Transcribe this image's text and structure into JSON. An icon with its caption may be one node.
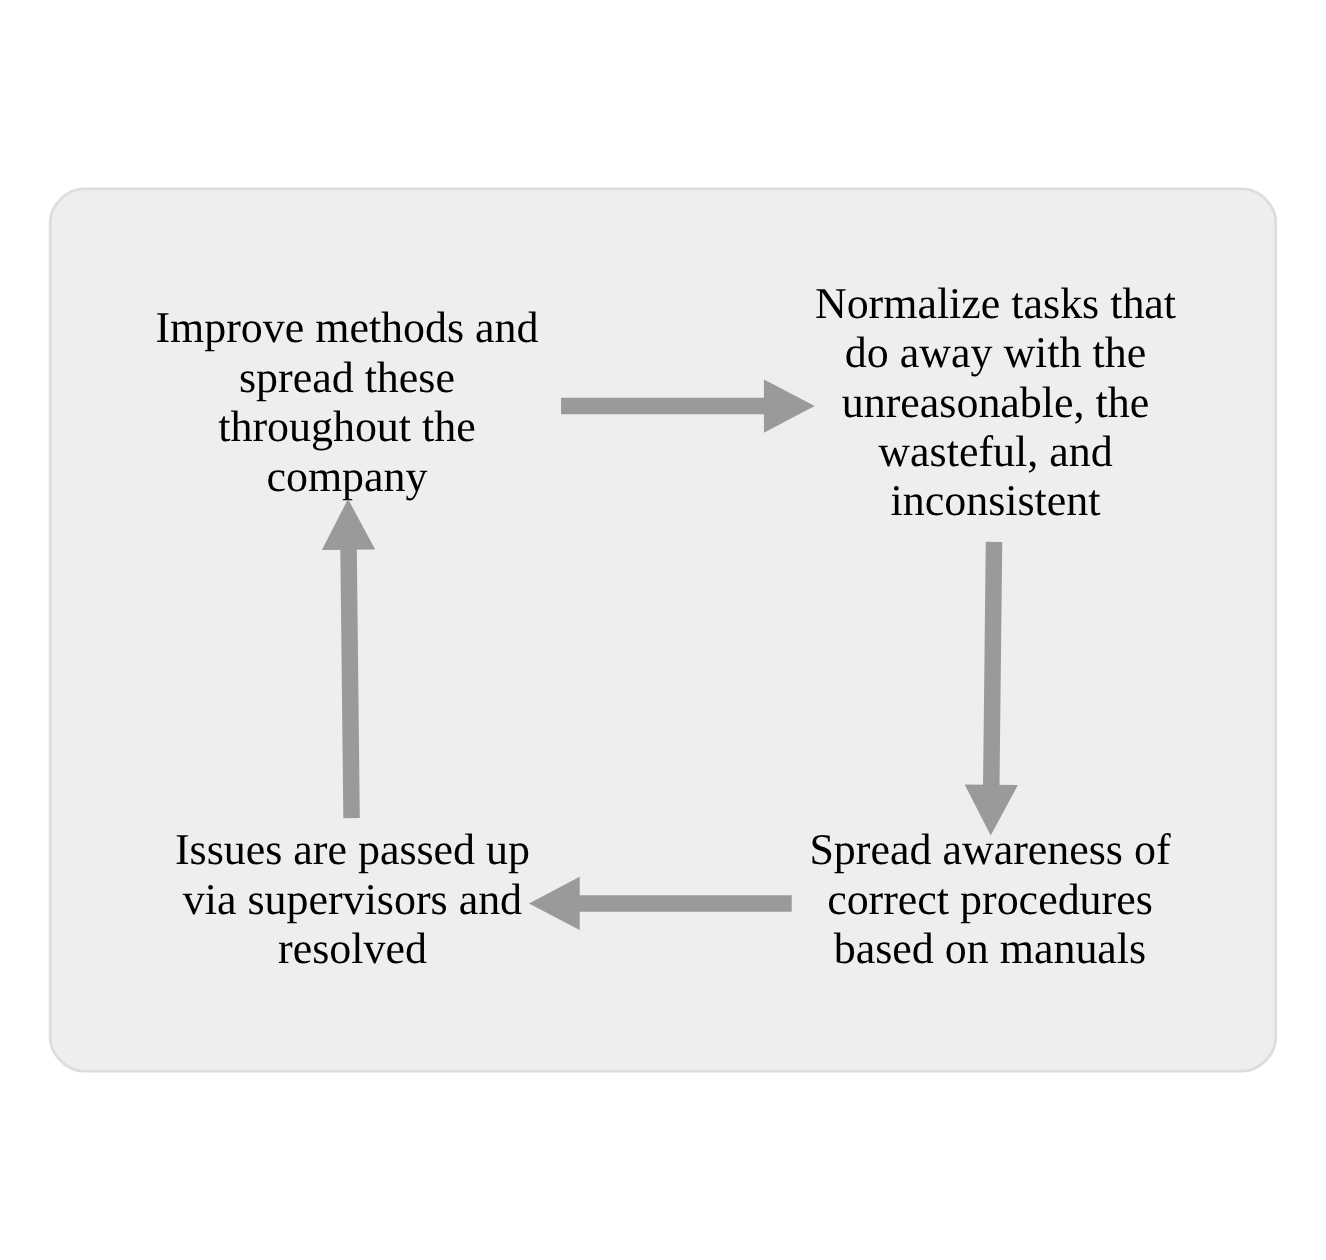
{
  "diagram": {
    "nodes": [
      {
        "text": [],
        "shape": "box"
      },
      {
        "text": [
          "Improve methods and spread these throughout the company"
        ],
        "in": 0
      },
      {
        "text": [
          "Normalize tasks that do away with the unreasonable, the wasteful, and inconsistent"
        ],
        "in": 0
      },
      {
        "text": [
          "Spread awareness of correct procedures based on manuals"
        ],
        "in": 0
      },
      {
        "text": [
          "Issues are passed up via supervisors and resolved"
        ],
        "in": 0
      }
    ],
    "edges": [
      {
        "from": 1,
        "to": 2,
        "arrow": "to"
      },
      {
        "from": 2,
        "to": 3,
        "arrow": "to"
      },
      {
        "from": 3,
        "to": 4,
        "arrow": "to"
      },
      {
        "from": 4,
        "to": 1,
        "arrow": "to"
      }
    ]
  }
}
